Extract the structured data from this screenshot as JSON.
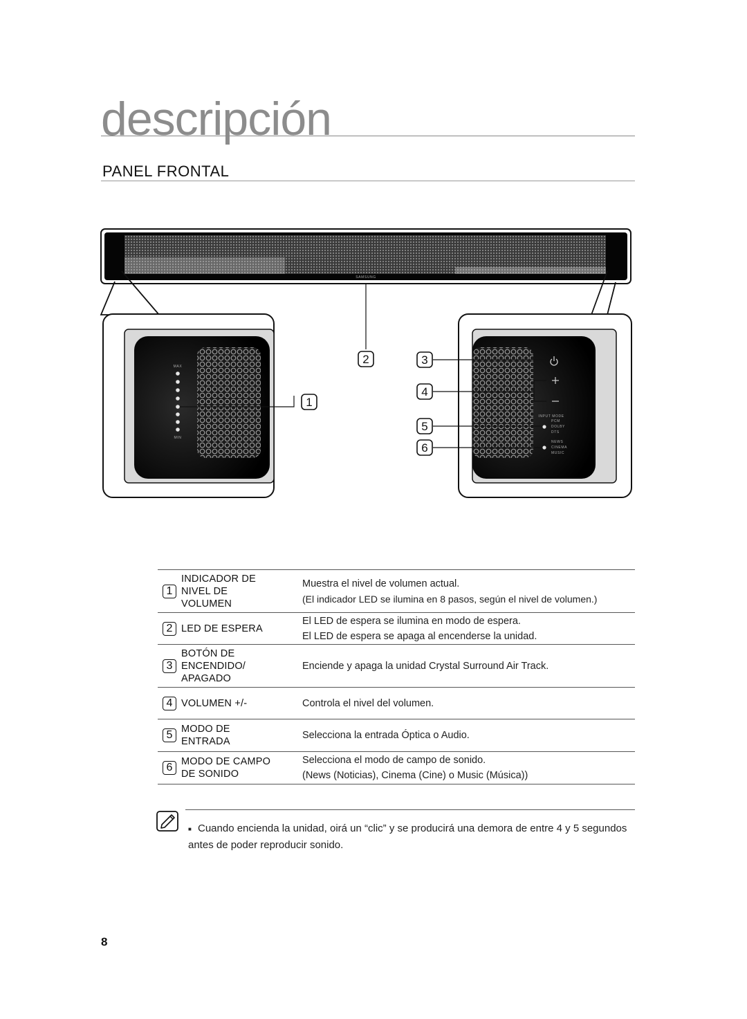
{
  "page": {
    "title": "descripción",
    "subtitle": "PANEL FRONTAL",
    "number": "8"
  },
  "device": {
    "brand": "SAMSUNG",
    "level_max": "MAX",
    "level_min": "MIN",
    "input_mode": "INPUT MODE",
    "input_opts": [
      "PCM",
      "DOLBY",
      "DTS"
    ],
    "field_opts": [
      "NEWS",
      "CINEMA",
      "MUSIC"
    ]
  },
  "callouts": [
    "1",
    "2",
    "3",
    "4",
    "5",
    "6"
  ],
  "table": [
    {
      "num": "1",
      "name": [
        "INDICADOR DE",
        "NIVEL DE",
        "VOLUMEN"
      ],
      "desc": [
        "Muestra el nivel de volumen actual.",
        "(El indicador LED se ilumina en 8 pasos, según el nivel de volumen.)"
      ]
    },
    {
      "num": "2",
      "name": [
        "LED DE ESPERA"
      ],
      "desc": [
        "El LED de espera se ilumina en modo de espera.",
        "El LED de espera se apaga al encenderse la unidad."
      ]
    },
    {
      "num": "3",
      "name": [
        "BOTÓN DE",
        "ENCENDIDO/",
        "APAGADO"
      ],
      "desc": [
        "Enciende y apaga la unidad Crystal Surround Air Track."
      ]
    },
    {
      "num": "4",
      "name": [
        "VOLUMEN +/-"
      ],
      "desc": [
        "Controla el nivel del volumen."
      ]
    },
    {
      "num": "5",
      "name": [
        "MODO DE",
        "ENTRADA"
      ],
      "desc": [
        "Selecciona la entrada Óptica o Audio."
      ]
    },
    {
      "num": "6",
      "name": [
        "MODO DE CAMPO",
        "DE SONIDO"
      ],
      "desc": [
        "Selecciona el modo de campo de sonido.",
        "(News (Noticias), Cinema (Cine) o Music (Música))"
      ]
    }
  ],
  "note": {
    "text": "Cuando encienda la unidad, oirá un “clic” y se producirá una demora de entre 4 y 5 segundos antes de poder reproducir sonido."
  }
}
